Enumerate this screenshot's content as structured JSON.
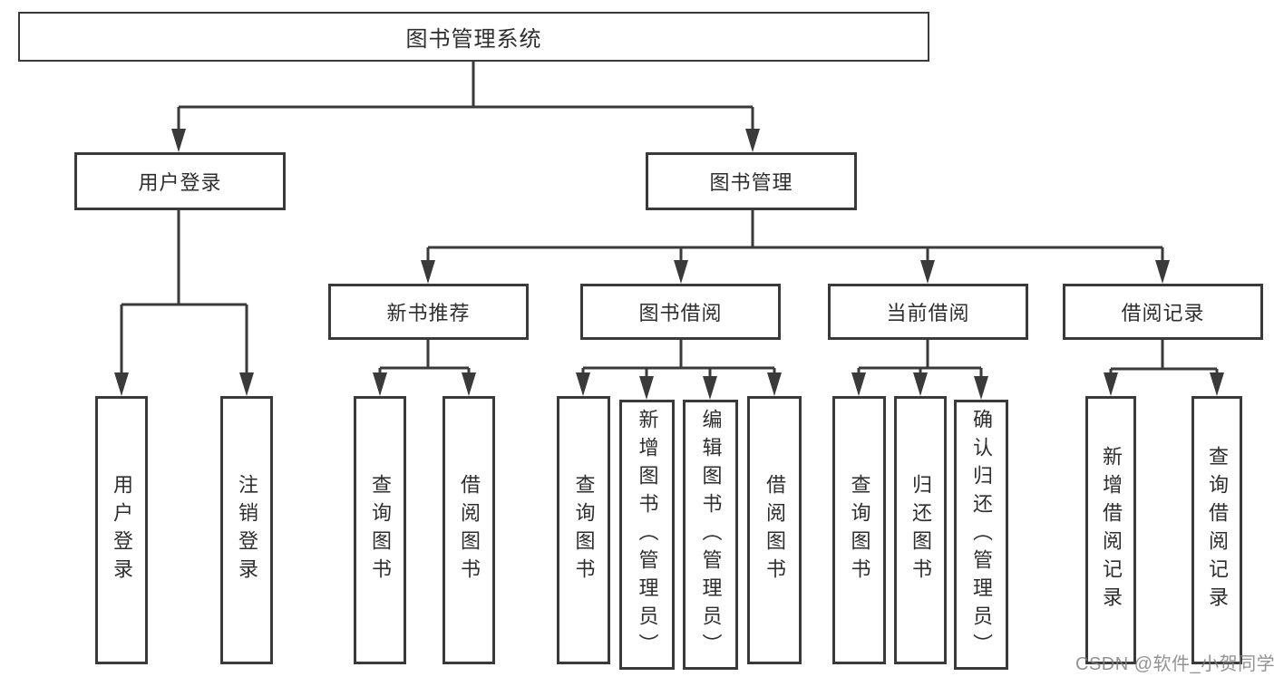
{
  "tree": {
    "label": "图书管理系统",
    "children": [
      {
        "label": "用户登录",
        "children": [
          {
            "label": "用户登录"
          },
          {
            "label": "注销登录"
          }
        ]
      },
      {
        "label": "图书管理",
        "children": [
          {
            "label": "新书推荐",
            "children": [
              {
                "label": "查询图书"
              },
              {
                "label": "借阅图书"
              }
            ]
          },
          {
            "label": "图书借阅",
            "children": [
              {
                "label": "查询图书"
              },
              {
                "label": "新增图书（管理员）"
              },
              {
                "label": "编辑图书（管理员）"
              },
              {
                "label": "借阅图书"
              }
            ]
          },
          {
            "label": "当前借阅",
            "children": [
              {
                "label": "查询图书"
              },
              {
                "label": "归还图书"
              },
              {
                "label": "确认归还（管理员）"
              }
            ]
          },
          {
            "label": "借阅记录",
            "children": [
              {
                "label": "新增借阅记录"
              },
              {
                "label": "查询借阅记录"
              }
            ]
          }
        ]
      }
    ]
  },
  "watermark": {
    "text": "CSDN @软件_小贺同学"
  },
  "colors": {
    "line": "#3a3a3a",
    "text": "#2e2e2e",
    "background": "#ffffff",
    "watermark": "#808080"
  }
}
